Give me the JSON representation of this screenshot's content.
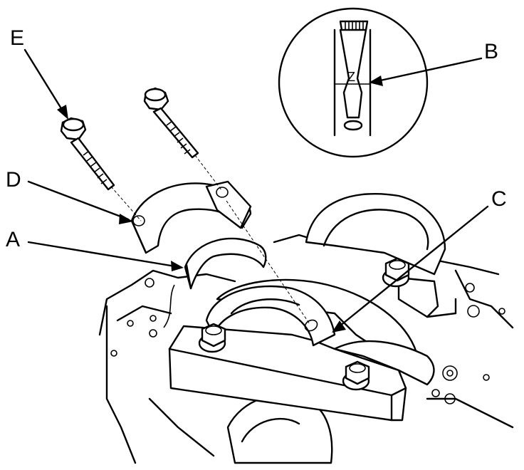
{
  "figure": {
    "callouts": {
      "A": "A",
      "B": "B",
      "C": "C",
      "D": "D",
      "E": "E"
    },
    "detail_mark": "Z"
  },
  "colors": {
    "ink": "#000000",
    "paper": "#ffffff"
  }
}
